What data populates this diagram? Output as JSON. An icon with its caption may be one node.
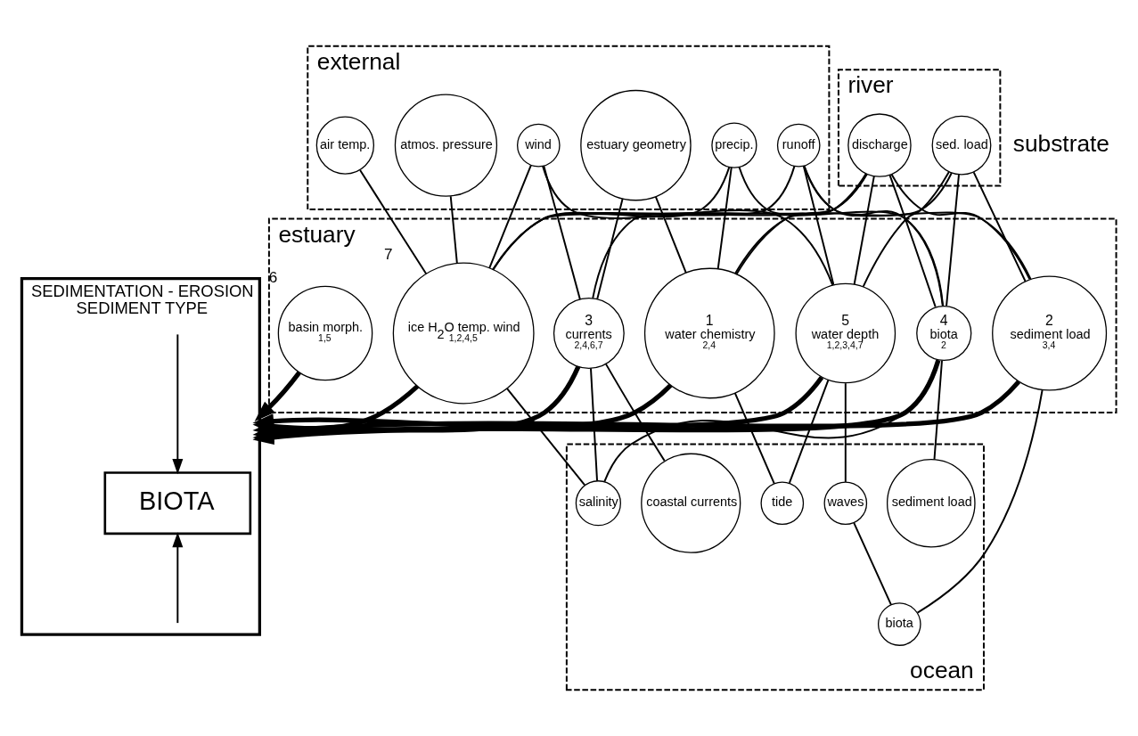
{
  "diagram": {
    "nodes": [
      {
        "text": [
          "external"
        ]
      },
      {
        "text": [
          "estuary geometry"
        ],
        "in": 0
      },
      {
        "text": [
          "wind"
        ],
        "in": 0
      },
      {
        "text": [
          "air temp."
        ],
        "in": 0
      },
      {
        "text": [
          "atmos. pressure"
        ],
        "in": 0
      },
      {
        "text": [
          "precip."
        ],
        "in": 0
      },
      {
        "text": [
          "runoff"
        ],
        "in": 0
      },
      {
        "text": [
          "river"
        ]
      },
      {
        "text": [
          "discharge"
        ],
        "in": 7
      },
      {
        "text": [
          "sed. load"
        ],
        "in": 7
      },
      {
        "text": [
          "estuary"
        ]
      },
      {
        "text": [
          "basin morph.",
          "1,5"
        ],
        "beside": [
          "6"
        ],
        "in": 10
      },
      {
        "text": [
          "ice H$_{2}$O temp. wind",
          "1,2,4,5"
        ],
        "beside": [
          "7"
        ],
        "in": 10
      },
      {
        "text": [
          "1",
          "water chemistry",
          "2,4"
        ],
        "in": 10
      },
      {
        "text": [
          "2",
          "sediment load",
          "3,4"
        ],
        "in": 10
      },
      {
        "text": [
          "3",
          "currents",
          "2,4,6,7"
        ],
        "in": 10
      },
      {
        "text": [
          "4",
          "biota",
          "2"
        ],
        "in": 10
      },
      {
        "text": [
          "5",
          "water depth",
          "1,2,3,4,7"
        ],
        "in": 10
      },
      {
        "text": [
          "ocean"
        ]
      },
      {
        "text": [
          "biota"
        ],
        "in": 18
      },
      {
        "text": [
          "salinity"
        ],
        "in": 18
      },
      {
        "text": [
          "tide"
        ],
        "in": 18
      },
      {
        "text": [
          "sediment load"
        ],
        "in": 18
      },
      {
        "text": [
          "waves"
        ],
        "in": 18
      },
      {
        "text": [
          "coastal currents"
        ],
        "in": 18
      },
      {
        "text": [
          "SEDIMENTATION - EROSION",
          "SEDIMENT TYPE"
        ]
      },
      {
        "text": [
          "BIOTA"
        ],
        "in": 25
      }
    ],
    "edges": [
      {
        "from": 2,
        "to": 12,
        "arrow": "none"
      },
      {
        "from": 3,
        "to": 12,
        "arrow": "none"
      },
      {
        "from": 4,
        "to": 12,
        "arrow": "none"
      },
      {
        "from": 5,
        "to": 12,
        "arrow": "none"
      },
      {
        "from": 6,
        "to": 12,
        "arrow": "none"
      },
      {
        "from": 8,
        "to": 12,
        "arrow": "none"
      },
      {
        "from": 1,
        "to": 13,
        "arrow": "none"
      },
      {
        "from": 1,
        "to": 15,
        "arrow": "none"
      },
      {
        "from": 2,
        "to": 15,
        "arrow": "none"
      },
      {
        "from": 2,
        "to": 17,
        "arrow": "none"
      },
      {
        "from": 5,
        "to": 13,
        "arrow": "none"
      },
      {
        "from": 5,
        "to": 16,
        "arrow": "none"
      },
      {
        "from": 6,
        "to": 14,
        "arrow": "none"
      },
      {
        "from": 6,
        "to": 16,
        "arrow": "none"
      },
      {
        "from": 6,
        "to": 17,
        "arrow": "none"
      },
      {
        "from": 8,
        "to": 13,
        "arrow": "none"
      },
      {
        "from": 8,
        "to": 14,
        "arrow": "none"
      },
      {
        "from": 8,
        "to": 15,
        "arrow": "none"
      },
      {
        "from": 8,
        "to": 16,
        "arrow": "none"
      },
      {
        "from": 8,
        "to": 17,
        "arrow": "none"
      },
      {
        "from": 9,
        "to": 13,
        "arrow": "none"
      },
      {
        "from": 9,
        "to": 14,
        "arrow": "none"
      },
      {
        "from": 9,
        "to": 16,
        "arrow": "none"
      },
      {
        "from": 9,
        "to": 17,
        "arrow": "none"
      },
      {
        "from": 11,
        "to": 25,
        "arrow": "to",
        "style": "thick"
      },
      {
        "from": 12,
        "to": 25,
        "arrow": "to",
        "style": "thick"
      },
      {
        "from": 12,
        "to": 20,
        "arrow": "none"
      },
      {
        "from": 13,
        "to": 21,
        "arrow": "none"
      },
      {
        "from": 13,
        "to": 25,
        "arrow": "to",
        "style": "thick"
      },
      {
        "from": 14,
        "to": 25,
        "arrow": "to",
        "style": "thick"
      },
      {
        "from": 14,
        "to": 19,
        "arrow": "none"
      },
      {
        "from": 15,
        "to": 25,
        "arrow": "to",
        "style": "thick"
      },
      {
        "from": 15,
        "to": 20,
        "arrow": "none"
      },
      {
        "from": 15,
        "to": 24,
        "arrow": "none"
      },
      {
        "from": 16,
        "to": 25,
        "arrow": "to",
        "style": "thick"
      },
      {
        "from": 16,
        "to": 20,
        "arrow": "none"
      },
      {
        "from": 16,
        "to": 22,
        "arrow": "none"
      },
      {
        "from": 17,
        "to": 25,
        "arrow": "to",
        "style": "thick"
      },
      {
        "from": 17,
        "to": 21,
        "arrow": "none"
      },
      {
        "from": 17,
        "to": 23,
        "arrow": "none"
      },
      {
        "from": 23,
        "to": 19,
        "arrow": "none"
      },
      {
        "from": null,
        "to": 26,
        "arrow": "to"
      },
      {
        "from": null,
        "to": 26,
        "arrow": "to"
      }
    ],
    "labels": [
      "substrate"
    ]
  }
}
